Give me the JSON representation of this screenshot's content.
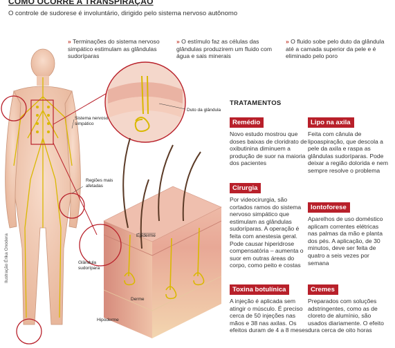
{
  "title": "COMO OCORRE A TRANSPIRAÇÃO",
  "subtitle": "O controle de sudorese é involuntário, dirigido pelo sistema nervoso autônomo",
  "notes": [
    {
      "mark": "»",
      "text": "Terminações do sistema nervoso simpático estimulam as glândulas sudoríparas"
    },
    {
      "mark": "»",
      "text": "O estímulo faz as células das glândulas produzirem um fluido com água e sais minerais"
    },
    {
      "mark": "»",
      "text": "O fluido sobe pelo duto da glândula até a camada superior da pele e é eliminado pelo poro"
    }
  ],
  "labels": {
    "sistema": "Sistema nervoso simpático",
    "regioes": "Regiões mais afetadas",
    "glandula": "Glândula sudorípara",
    "ducto": "Duto da glândula",
    "epiderme": "Epiderme",
    "derme": "Derme",
    "hipoderme": "Hipoderme",
    "credit": "Ilustração Érika Onodera"
  },
  "treatments_title": "TRATAMENTOS",
  "treatments": {
    "remedio": {
      "name": "Remédio",
      "text": "Novo estudo mostrou que doses baixas de cloridrato de oxibutinina diminuem a produção de suor na maioria dos pacientes"
    },
    "cirurgia": {
      "name": "Cirurgia",
      "text": "Por videocirurgia, são cortados ramos do sistema nervoso simpático que estimulam as glândulas sudoríparas. A operação é feita com anestesia geral. Pode causar hiperidrose compensatória – aumenta o suor em outras áreas do corpo, como peito e costas"
    },
    "toxina": {
      "name": "Toxina botulínica",
      "text": "A injeção é aplicada sem atingir o músculo. É preciso cerca de 50 injeções nas mãos e 38 nas axilas. Os efeitos duram de 4 a 8 meses"
    },
    "lipo": {
      "name": "Lipo na axila",
      "text": "Feita com cânula de lipoaspiração, que descola a pele da axila e raspa as glândulas sudoríparas. Pode deixar a região dolorida e nem sempre resolve o problema"
    },
    "ionto": {
      "name": "Iontoforese",
      "text": "Aparelhos de uso doméstico aplicam correntes elétricas nas palmas da mão e planta dos pés. A aplicação, de 30 minutos, deve ser feita de quatro a seis vezes por semana"
    },
    "cremes": {
      "name": "Cremes",
      "text": "Preparados com soluções adstringentes, como as de cloreto de alumínio, são usados diariamente. O efeito dura cerca de oito horas"
    }
  },
  "colors": {
    "accent": "#b8202a",
    "skin": "#f2cdb6",
    "nerve": "#d9b800"
  }
}
